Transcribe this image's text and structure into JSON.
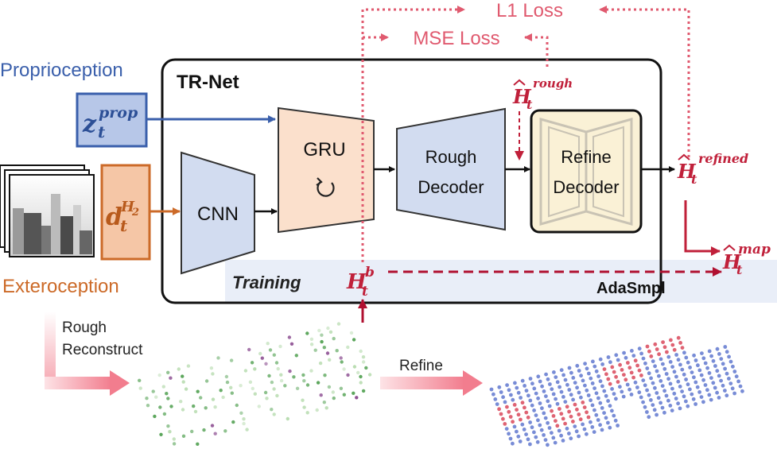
{
  "labels": {
    "proprioception": "Proprioception",
    "exteroception": "Exteroception",
    "trnet": "TR-Net",
    "cnn": "CNN",
    "gru": "GRU",
    "rough_decoder_line1": "Rough",
    "rough_decoder_line2": "Decoder",
    "refine_decoder_line1": "Refine",
    "refine_decoder_line2": "Decoder",
    "l1_loss": "L1 Loss",
    "mse_loss": "MSE Loss",
    "training": "Training",
    "adasmpl": "AdaSmpl",
    "rough_reconstruct_line1": "Rough",
    "rough_reconstruct_line2": "Reconstruct",
    "refine": "Refine"
  },
  "symbols": {
    "z_base": "z",
    "z_sub": "t",
    "z_sup": "prop",
    "d_base": "d",
    "d_sub": "t",
    "d_sup": "H",
    "d_sup_sub": "2",
    "h_rough_base": "H",
    "h_rough_sub": "t",
    "h_rough_sup": "rough",
    "h_refined_base": "H",
    "h_refined_sub": "t",
    "h_refined_sup": "refined",
    "h_map_base": "H",
    "h_map_sub": "t",
    "h_map_sup": "map",
    "h_b_base": "H",
    "h_b_sub": "t",
    "h_b_sup": "b"
  },
  "colors": {
    "proprioception_blue": "#3a5fab",
    "exteroception_orange": "#cc6a28",
    "loss_red": "#e05a6f",
    "symbol_red": "#c0203a",
    "block_blue_fill": "#d2dcf0",
    "gru_fill": "#fbe0cc",
    "refine_fill": "#faf1d6"
  }
}
